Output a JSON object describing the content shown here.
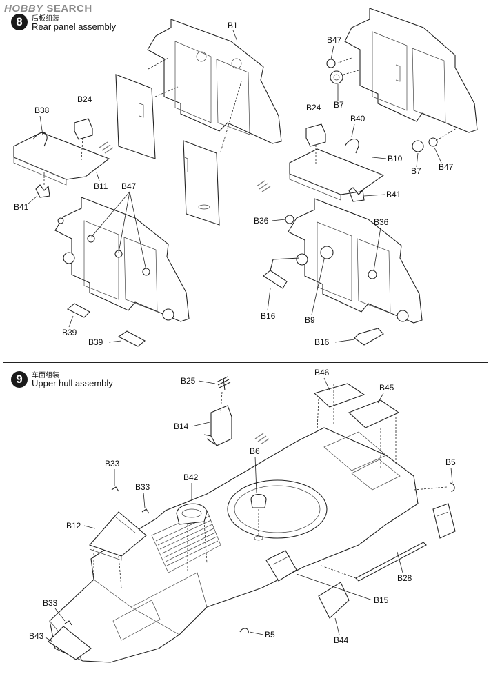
{
  "watermark": {
    "hobby": "HOBBY",
    "search": "SEARCH"
  },
  "steps": [
    {
      "number": "8",
      "title_cn": "后板组装",
      "title_en": "Rear panel assembly"
    },
    {
      "number": "9",
      "title_cn": "车面组装",
      "title_en": "Upper hull assembly"
    }
  ],
  "labels": {
    "B1": "B1",
    "B24a": "B24",
    "B38": "B38",
    "B11": "B11",
    "B41a": "B41",
    "B47a": "B47",
    "B7a": "B7",
    "B24b": "B24",
    "B40": "B40",
    "B10": "B10",
    "B7b": "B7",
    "B47b": "B47",
    "B41b": "B41",
    "B47c": "B47",
    "B36a": "B36",
    "B36b": "B36",
    "B16a": "B16",
    "B9": "B9",
    "B16b": "B16",
    "B39a": "B39",
    "B39b": "B39",
    "B25": "B25",
    "B46": "B46",
    "B45": "B45",
    "B14": "B14",
    "B6": "B6",
    "B33a": "B33",
    "B33b": "B33",
    "B42": "B42",
    "B12": "B12",
    "B5a": "B5",
    "B28": "B28",
    "B15": "B15",
    "B33c": "B33",
    "B43": "B43",
    "B5b": "B5",
    "B44": "B44"
  }
}
